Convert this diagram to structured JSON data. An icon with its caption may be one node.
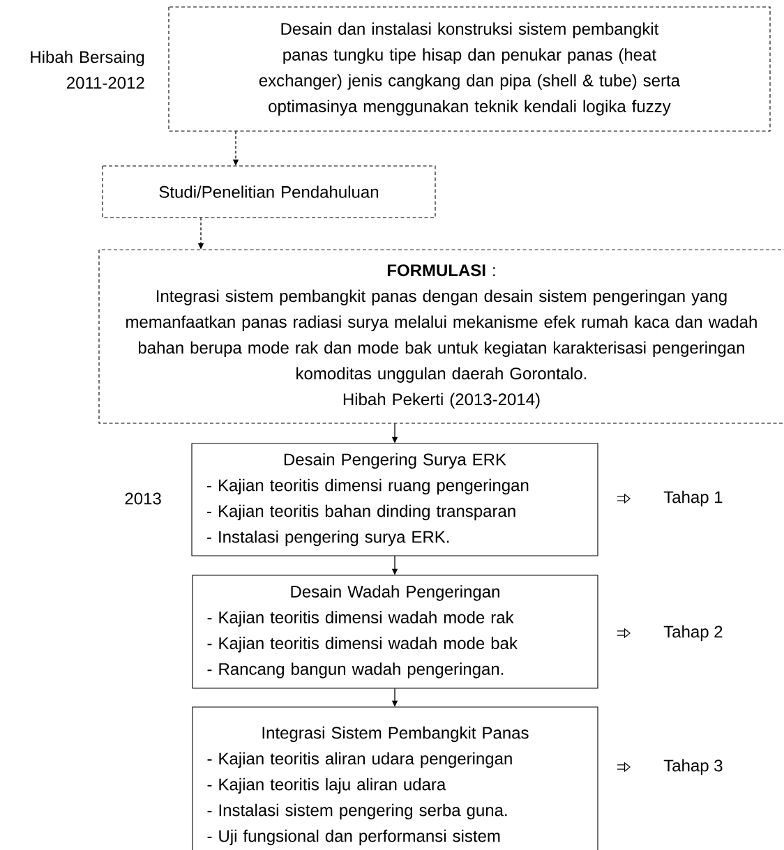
{
  "diagram": {
    "nodes": [
      {
        "text": [
          "Desain dan instalasi konstruksi sistem pembangkit panas tungku tipe hisap dan penukar panas (heat exchanger) jenis cangkang dan pipa (shell & tube) serta optimasinya menggunakan teknik kendali logika fuzzy"
        ],
        "beside": [
          "Hibah Bersaing 2011-2012"
        ]
      },
      {
        "text": [
          "Studi/Penelitian Pendahuluan"
        ]
      },
      {
        "text": [
          "**FORMULASI** :",
          "Integrasi sistem pembangkit panas dengan desain sistem pengeringan yang memanfaatkan panas radiasi surya melalui mekanisme efek rumah kaca dan wadah bahan berupa mode rak dan mode bak untuk kegiatan karakterisasi pengeringan komoditas unggulan daerah Gorontalo.",
          "Hibah Pekerti (2013-2014)"
        ]
      },
      {
        "text": [
          "Desain Pengering Surya ERK",
          "- Kajian teoritis dimensi ruang pengeringan",
          "- Kajian teoritis bahan dinding transparan",
          "- Instalasi pengering surya ERK."
        ],
        "beside": [
          "2013",
          "Tahap 1"
        ]
      },
      {
        "text": [
          "Desain Wadah Pengeringan",
          "- Kajian teoritis dimensi wadah mode rak",
          "- Kajian teoritis dimensi wadah mode bak",
          "- Rancang bangun wadah pengeringan."
        ],
        "beside": [
          "Tahap 2"
        ]
      },
      {
        "text": [
          "Integrasi Sistem Pembangkit Panas",
          "- Kajian teoritis aliran udara pengeringan",
          "- Kajian teoritis laju aliran udara",
          "- Instalasi sistem pengering serba guna.",
          "- Uji fungsional dan performansi sistem"
        ],
        "beside": [
          "Tahap 3"
        ]
      }
    ],
    "edges": [
      {
        "from": 0,
        "to": 1,
        "arrow": "to",
        "style": "dashed"
      },
      {
        "from": 1,
        "to": 2,
        "arrow": "to",
        "style": "dashed"
      },
      {
        "from": 2,
        "to": 3,
        "arrow": "to"
      },
      {
        "from": 3,
        "to": 4,
        "arrow": "to"
      },
      {
        "from": 4,
        "to": 5,
        "arrow": "to"
      }
    ]
  }
}
